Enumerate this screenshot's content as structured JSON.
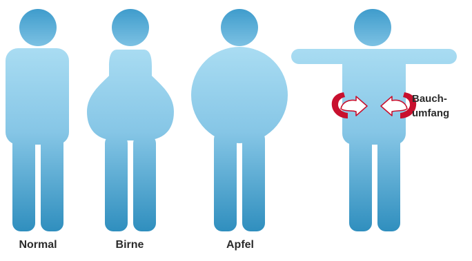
{
  "figures": [
    {
      "id": "normal",
      "label": "Normal",
      "shape": "normal"
    },
    {
      "id": "birne",
      "label": "Birne",
      "shape": "pear"
    },
    {
      "id": "apfel",
      "label": "Apfel",
      "shape": "apple"
    },
    {
      "id": "measure",
      "label": "",
      "shape": "arms-out"
    }
  ],
  "annotation": {
    "line1": "Bauch-",
    "line2": "umfang"
  },
  "colors": {
    "figure_top": "#a9dcf2",
    "figure_bottom": "#2d8dbd",
    "arrow_band": "#c8102e",
    "arrow_fill": "#ffffff",
    "text": "#2b2b2b"
  }
}
